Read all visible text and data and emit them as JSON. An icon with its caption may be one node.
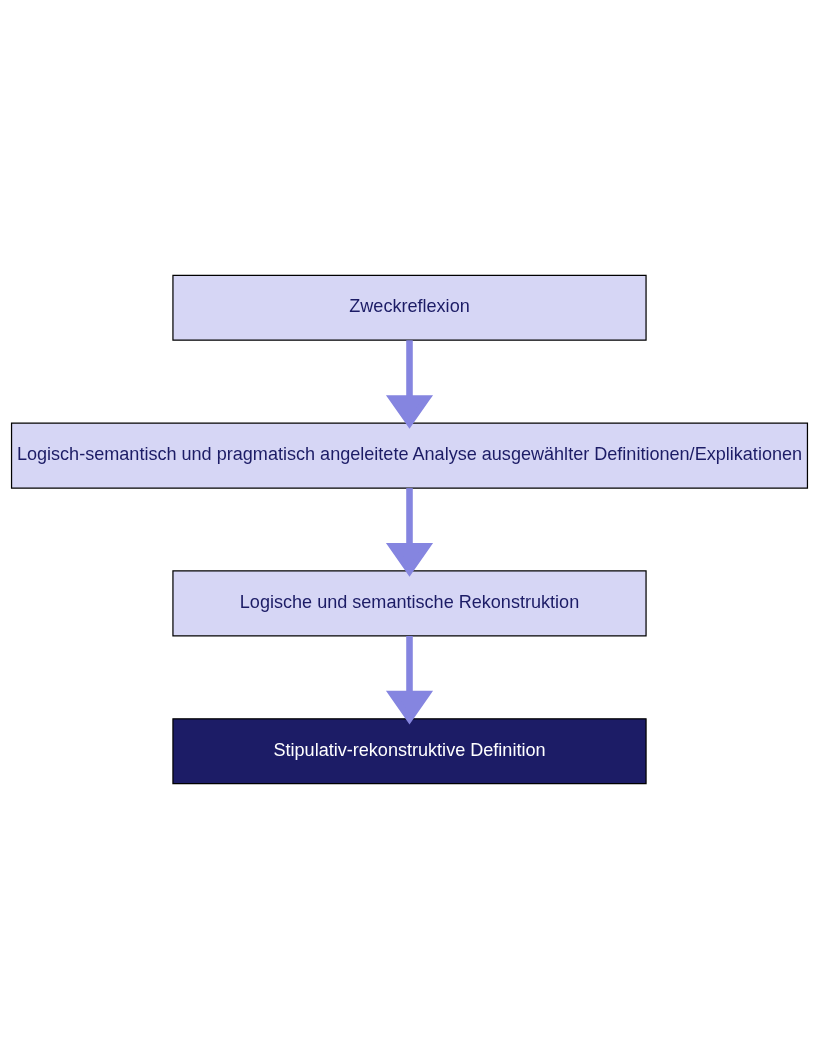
{
  "diagram": {
    "nodes": [
      {
        "text": [
          "Zweckreflexion"
        ]
      },
      {
        "text": [
          "Logisch-semantisch und pragmatisch angeleitete Analyse ausgewählter Definitionen/Explikationen"
        ]
      },
      {
        "text": [
          "Logische und semantische Rekonstruktion"
        ]
      },
      {
        "text": [
          "Stipulativ-rekonstruktive Definition"
        ]
      }
    ],
    "edges": [
      {
        "from": 0,
        "to": 1,
        "arrow": "to"
      },
      {
        "from": 1,
        "to": 2,
        "arrow": "to"
      },
      {
        "from": 2,
        "to": 3,
        "arrow": "to"
      }
    ]
  }
}
